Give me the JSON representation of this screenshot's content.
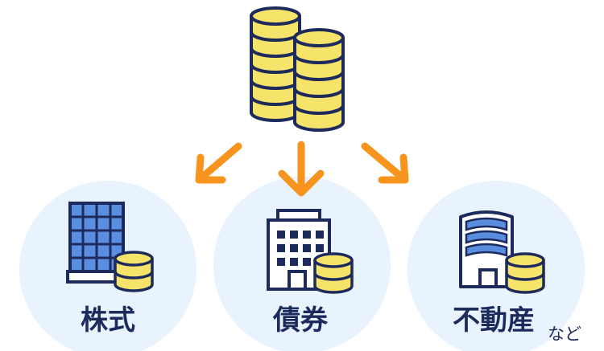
{
  "categories": [
    {
      "label": "株式"
    },
    {
      "label": "債券"
    },
    {
      "label": "不動産"
    }
  ],
  "suffix": "など",
  "colors": {
    "circle": "#e8f3fd",
    "coin": "#f5e36a",
    "coin_stroke": "#1d2a5c",
    "arrow": "#f7941d",
    "glass": "#5a8ee0",
    "outline": "#1d2a5c",
    "white": "#ffffff"
  }
}
